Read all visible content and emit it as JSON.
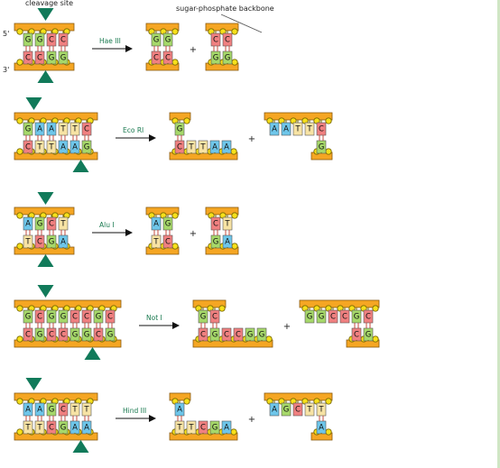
{
  "labels": {
    "cleavage_site": "cleavage site",
    "backbone": "sugar-phosphate backbone",
    "five_prime": "5'",
    "three_prime": "3'",
    "plus": "+"
  },
  "colors": {
    "G": "#a6d86a",
    "C": "#f08080",
    "A": "#6ec6ea",
    "T": "#f7e3a4",
    "backbone": "#f5a623",
    "knob": "#f7e01a",
    "arrow": "#117a5a"
  },
  "enzymes": [
    {
      "name": "Hae III",
      "top": [
        "G",
        "G",
        "C",
        "C"
      ],
      "bottom": [
        "C",
        "C",
        "G",
        "G"
      ],
      "left_fragment": {
        "top": [
          "G",
          "G"
        ],
        "bottom": [
          "C",
          "C"
        ]
      },
      "right_fragment": {
        "top": [
          "C",
          "C"
        ],
        "bottom": [
          "G",
          "G"
        ]
      }
    },
    {
      "name": "Eco RI",
      "top": [
        "G",
        "A",
        "A",
        "T",
        "T",
        "C"
      ],
      "bottom": [
        "C",
        "T",
        "T",
        "A",
        "A",
        "G"
      ],
      "left_fragment": {
        "top": [
          "G"
        ],
        "bottom": [
          "C",
          "T",
          "T",
          "A",
          "A"
        ]
      },
      "right_fragment": {
        "top": [
          "A",
          "A",
          "T",
          "T",
          "C"
        ],
        "bottom": [
          "G"
        ]
      }
    },
    {
      "name": "Alu I",
      "top": [
        "A",
        "G",
        "C",
        "T"
      ],
      "bottom": [
        "T",
        "C",
        "G",
        "A"
      ],
      "left_fragment": {
        "top": [
          "A",
          "G"
        ],
        "bottom": [
          "T",
          "C"
        ]
      },
      "right_fragment": {
        "top": [
          "C",
          "T"
        ],
        "bottom": [
          "G",
          "A"
        ]
      }
    },
    {
      "name": "Not I",
      "top": [
        "G",
        "C",
        "G",
        "G",
        "C",
        "C",
        "G",
        "C"
      ],
      "bottom": [
        "C",
        "G",
        "C",
        "C",
        "G",
        "G",
        "C",
        "G"
      ],
      "left_fragment": {
        "top": [
          "G",
          "C"
        ],
        "bottom": [
          "C",
          "G",
          "C",
          "C",
          "G",
          "G"
        ]
      },
      "right_fragment": {
        "top": [
          "G",
          "G",
          "C",
          "C",
          "G",
          "C"
        ],
        "bottom": [
          "C",
          "G"
        ]
      }
    },
    {
      "name": "Hind III",
      "top": [
        "A",
        "A",
        "G",
        "C",
        "T",
        "T"
      ],
      "bottom": [
        "T",
        "T",
        "C",
        "G",
        "A",
        "A"
      ],
      "left_fragment": {
        "top": [
          "A"
        ],
        "bottom": [
          "T",
          "T",
          "C",
          "G",
          "A"
        ]
      },
      "right_fragment": {
        "top": [
          "A",
          "G",
          "C",
          "T",
          "T"
        ],
        "bottom": [
          "A"
        ]
      }
    }
  ]
}
